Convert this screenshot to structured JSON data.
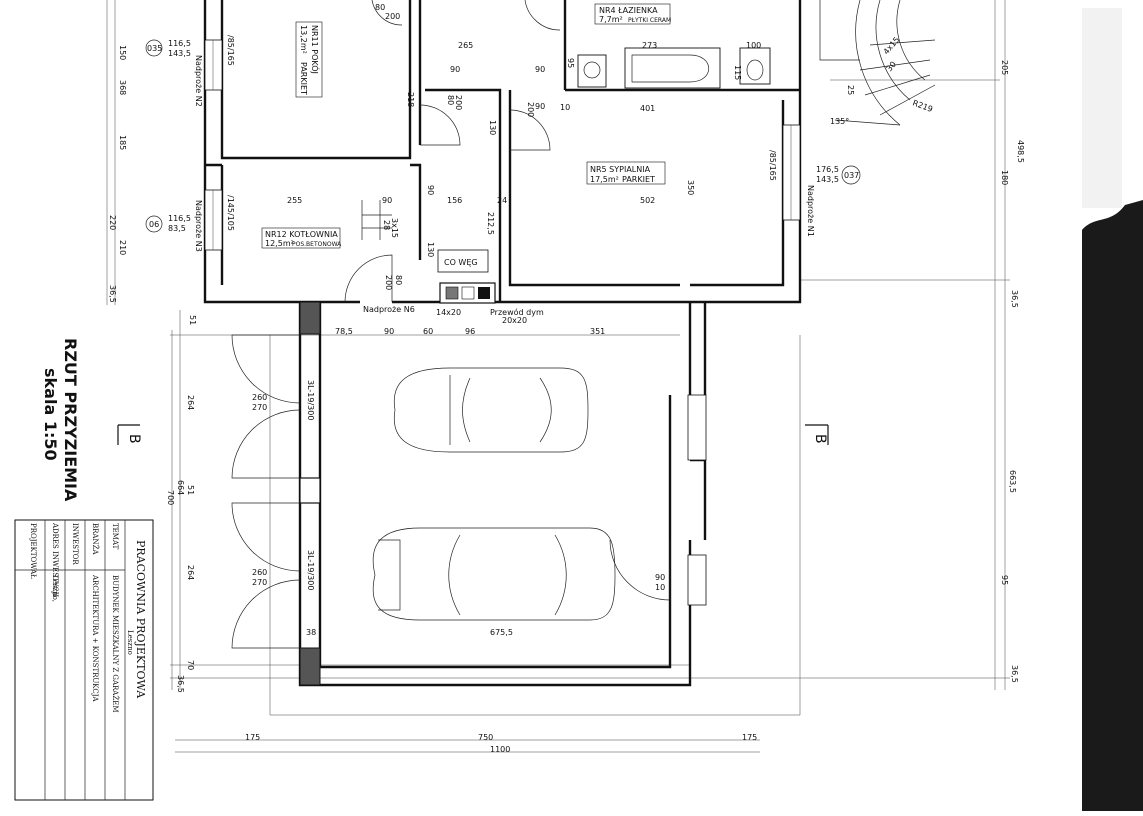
{
  "drawing": {
    "title": "RZUT PRZYZIEMIA",
    "scale": "skala 1:50",
    "section_marks": [
      "B",
      "B"
    ]
  },
  "rooms": [
    {
      "id": "nr11",
      "name": "NR11 POKÓJ",
      "area": "13,2m²",
      "floor": "PARKIET"
    },
    {
      "id": "nr12",
      "name": "NR12 KOTŁOWNIA",
      "area": "12,5m²",
      "floor": "POS.BETONOWA"
    },
    {
      "id": "nr4",
      "name": "NR4 ŁAZIENKA",
      "area": "7,7m²",
      "floor": "PŁYTKI CERAM"
    },
    {
      "id": "nr5",
      "name": "NR5 SYPIALNIA",
      "area": "17,5m²",
      "floor": "PARKIET"
    }
  ],
  "labels": {
    "co_weg": "CO WĘG",
    "nadproze_n6": "Nadproże N6",
    "nadproze_n2": "Nadproże N2",
    "nadproze_n3": "Nadproże N3",
    "nadproze_n1": "Nadproże N1",
    "przewod_dym": "Przewód dym",
    "przewod_size": "20x20",
    "vent_size": "14x20",
    "bubble_035": "035",
    "bubble_06": "06",
    "bubble_037": "037",
    "gate_1": "3L-19/300",
    "gate_2": "3L-19/300",
    "window_1": "/85/165",
    "window_2": "/145/105",
    "window_3": "/85/165",
    "stairs_1": "3x15",
    "stairs_2": "28",
    "stairs_3": "4x15",
    "stairs_4": "30",
    "r219": "R219",
    "angle": "135°"
  },
  "dimensions": {
    "d150": "150",
    "d368": "368",
    "d185": "185",
    "d220": "220",
    "d210": "210",
    "d365a": "36,5",
    "d1165a": "116,5",
    "d1435a": "143,5",
    "d1165b": "116,5",
    "d835": "83,5",
    "d80a": "80",
    "d200a": "200",
    "d265": "265",
    "d90a": "90",
    "d90b": "90",
    "d90c": "90",
    "d218": "218",
    "d80b": "80",
    "d200b": "200",
    "d130a": "130",
    "d90d": "90",
    "d200c": "200",
    "d401": "401",
    "d273": "273",
    "d100": "100",
    "d115": "115",
    "d95a": "95",
    "d10": "10",
    "d255": "255",
    "d90e": "90",
    "d156": "156",
    "d24": "24",
    "d502": "502",
    "d350": "350",
    "d90f": "90",
    "d2125": "212,5",
    "d130b": "130",
    "d80c": "80",
    "d200d": "200",
    "d1765": "176,5",
    "d1435b": "143,5",
    "d205": "205",
    "d4985": "498,5",
    "d180": "180",
    "d365b": "36,5",
    "d6635": "663,5",
    "d365c": "36,5",
    "d95b": "95",
    "d25": "25",
    "d51a": "51",
    "d785": "78,5",
    "d90g": "90",
    "d60": "60",
    "d96": "96",
    "d351": "351",
    "d264a": "264",
    "d260a": "260",
    "d270a": "270",
    "d664": "664",
    "d700": "700",
    "d51b": "51",
    "d264b": "264",
    "d260b": "260",
    "d270b": "270",
    "d70": "70",
    "d365d": "36,5",
    "d38": "38",
    "d6755": "675,5",
    "d90h": "90",
    "d10b": "10",
    "d175a": "175",
    "d750": "750",
    "d1100": "1100",
    "d175b": "175"
  },
  "title_block": {
    "office": "PRACOWNIA PROJEKTOWA",
    "city": "Leszno",
    "rows": [
      {
        "label": "TEMAT",
        "value": "BUDYNEK MIESZKALNY Z GARAŻEM"
      },
      {
        "label": "BRANŻA",
        "value": "ARCHITEKTURA + KONSTRUKCJA"
      },
      {
        "label": "INWESTOR",
        "value": ""
      },
      {
        "label": "ADRES INWESTYCJI",
        "value": "Leszno,"
      },
      {
        "label": "PROJEKTOWAŁ",
        "value": ""
      }
    ]
  },
  "colors": {
    "ink": "#111111",
    "paper": "#ffffff",
    "scan_edge": "#1a1a1a"
  }
}
